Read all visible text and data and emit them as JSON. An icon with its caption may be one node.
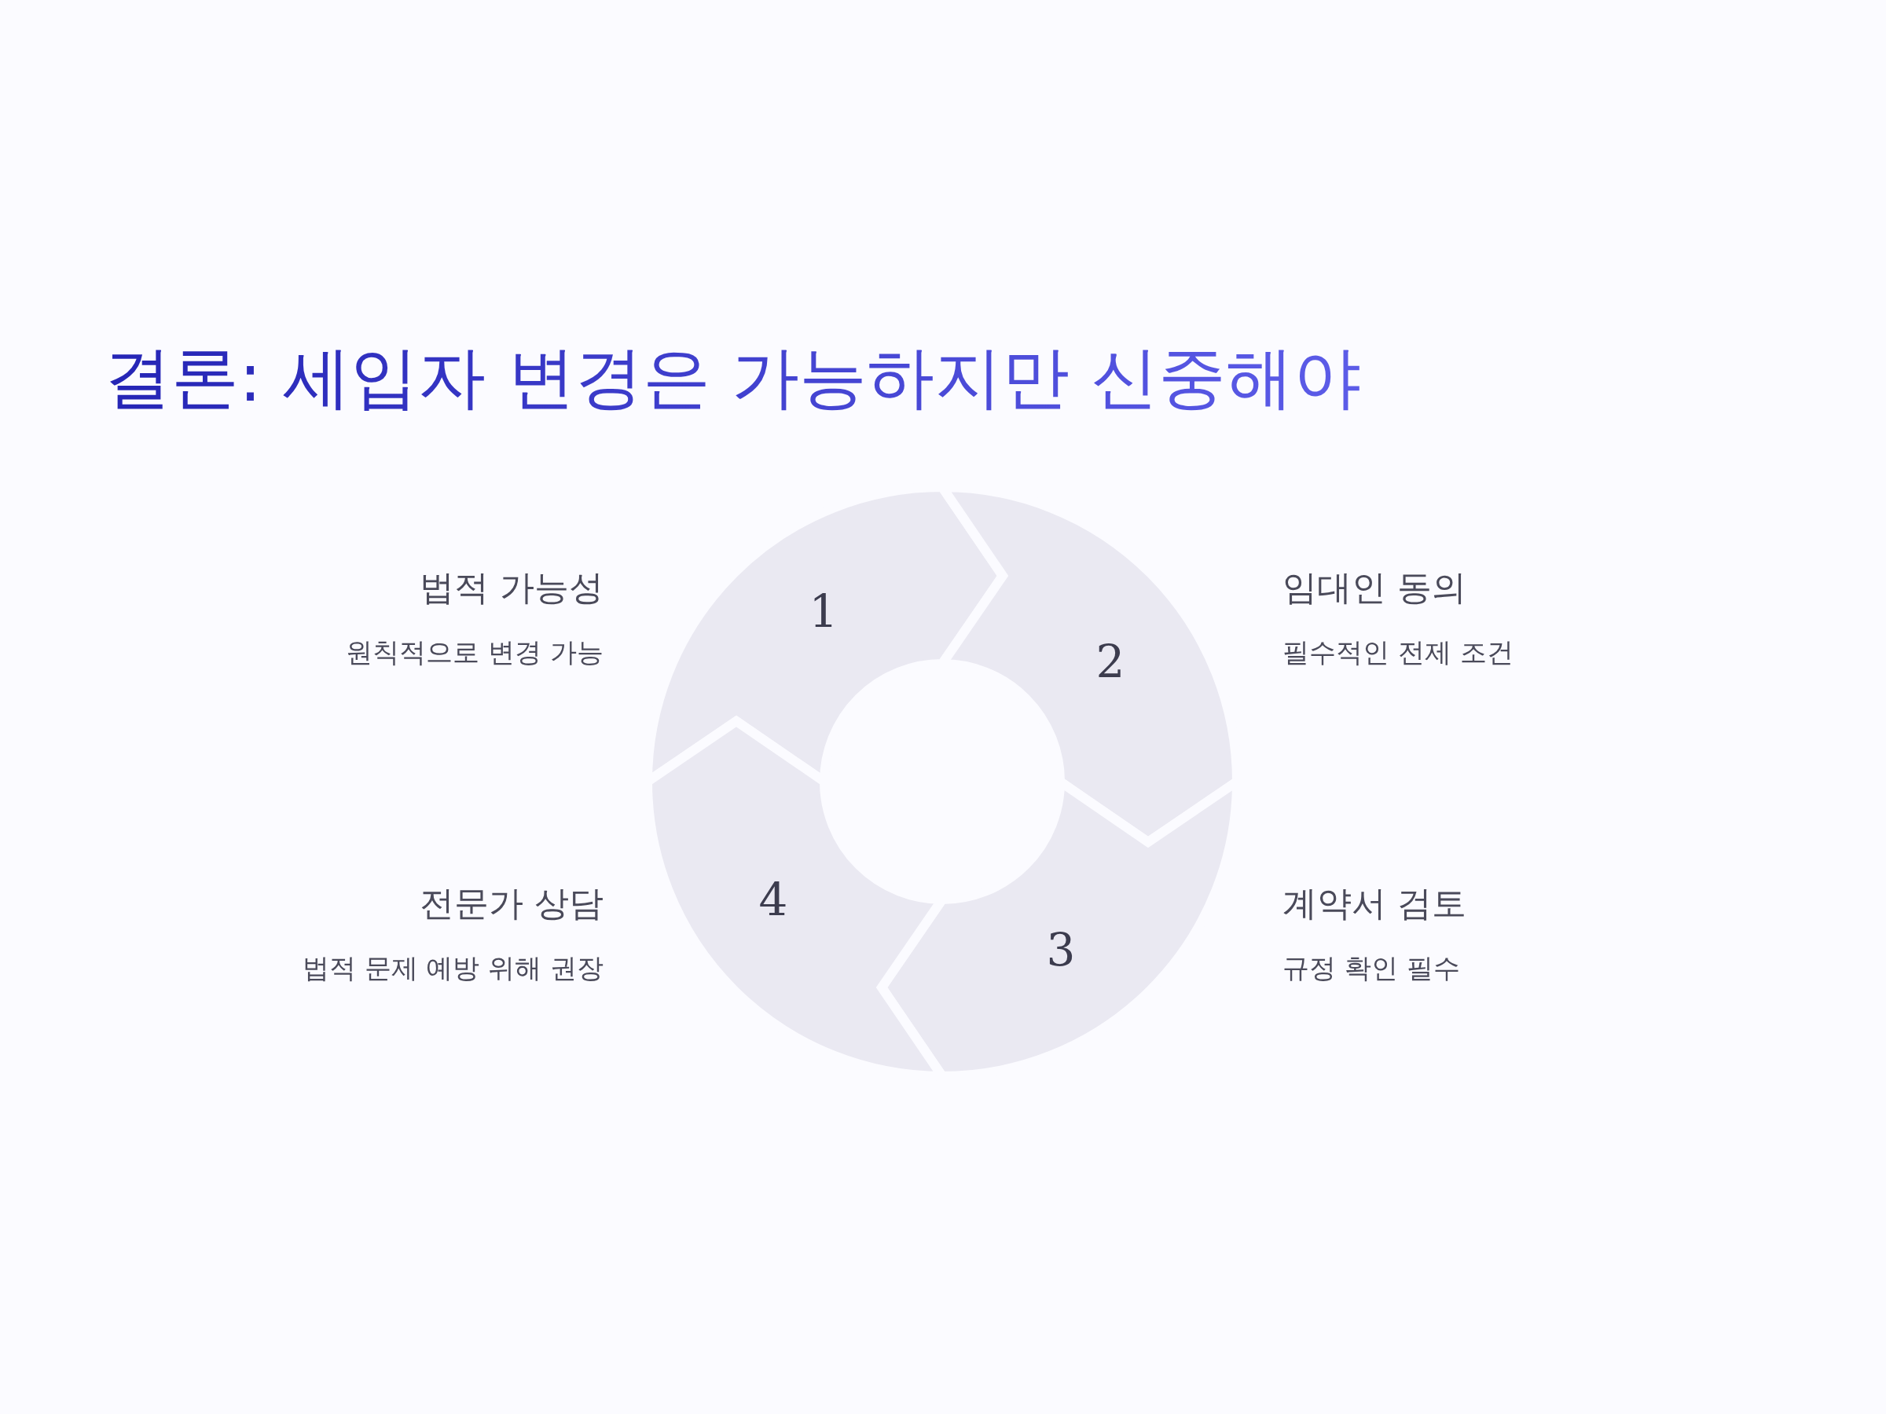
{
  "diagram": {
    "title": "결론: 세입자 변경은 가능하지만 신중해야",
    "nodes": [
      {
        "text": [
          "1"
        ],
        "beside": [
          "법적 가능성",
          "원칙적으로 변경 가능"
        ]
      },
      {
        "text": [
          "2"
        ],
        "beside": [
          "임대인 동의",
          "필수적인 전제 조건"
        ]
      },
      {
        "text": [
          "3"
        ],
        "beside": [
          "계약서 검토",
          "규정 확인 필수"
        ]
      },
      {
        "text": [
          "4"
        ],
        "beside": [
          "전문가 상담",
          "법적 문제 예방 위해 권장"
        ]
      }
    ]
  }
}
